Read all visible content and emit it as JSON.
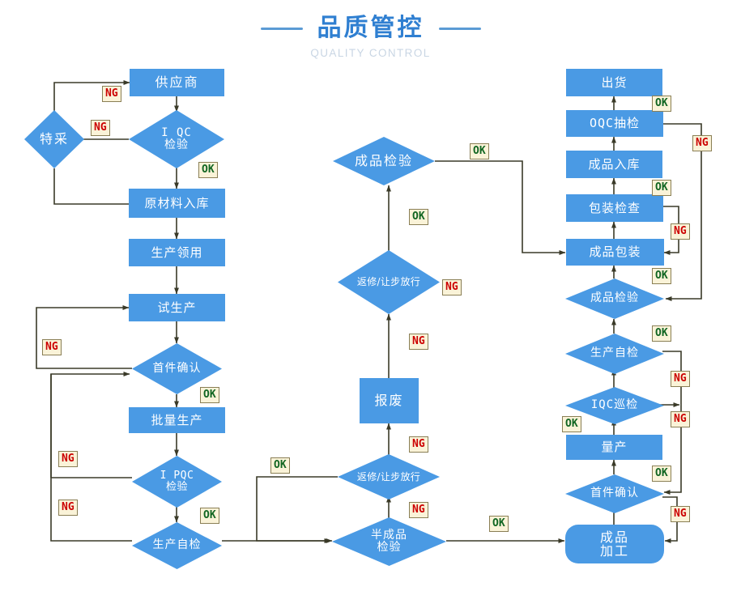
{
  "header": {
    "title_cn": "品质管控",
    "title_en": "QUALITY CONTROL"
  },
  "palette": {
    "node_fill": "#4a9ae4",
    "node_text": "#ffffff",
    "line": "#3a3a28",
    "title_blue": "#2f7fd1",
    "tag_bg": "#faf3d8",
    "tag_ng_text": "#cc0000",
    "tag_ok_text": "#116622"
  },
  "labels": {
    "ok": "OK",
    "ng": "NG"
  },
  "columns": {
    "incoming": {
      "name": "来料与试产",
      "nodes": [
        {
          "id": "supplier",
          "label": "供应商",
          "shape": "rect"
        },
        {
          "id": "te-cai",
          "label": "特采",
          "shape": "diamond"
        },
        {
          "id": "iqc-check",
          "label": "I QC\n检验",
          "shape": "diamond"
        },
        {
          "id": "material-in",
          "label": "原材料入库",
          "shape": "rect"
        },
        {
          "id": "prod-issue",
          "label": "生产领用",
          "shape": "rect"
        },
        {
          "id": "trial-prod",
          "label": "试生产",
          "shape": "rect"
        },
        {
          "id": "first-article",
          "label": "首件确认",
          "shape": "diamond"
        },
        {
          "id": "mass-prod",
          "label": "批量生产",
          "shape": "rect"
        },
        {
          "id": "ipqc-check",
          "label": "I PQC\n检验",
          "shape": "diamond"
        },
        {
          "id": "self-check",
          "label": "生产自检",
          "shape": "diamond"
        }
      ]
    },
    "middle": {
      "name": "检验与返修",
      "nodes": [
        {
          "id": "fg-inspect-mid",
          "label": "成品检验",
          "shape": "diamond"
        },
        {
          "id": "rework-upper",
          "label": "返修/让步放行",
          "shape": "diamond"
        },
        {
          "id": "scrap",
          "label": "报废",
          "shape": "rect"
        },
        {
          "id": "rework-lower",
          "label": "返修/让步放行",
          "shape": "diamond"
        },
        {
          "id": "semi-inspect",
          "label": "半成品\n检验",
          "shape": "diamond"
        }
      ]
    },
    "outgoing": {
      "name": "成品加工与出货",
      "nodes": [
        {
          "id": "ship",
          "label": "出货",
          "shape": "rect"
        },
        {
          "id": "oqc-sample",
          "label": "OQC抽检",
          "shape": "rect"
        },
        {
          "id": "fg-warehouse",
          "label": "成品入库",
          "shape": "rect"
        },
        {
          "id": "pack-inspect",
          "label": "包装检查",
          "shape": "rect"
        },
        {
          "id": "fg-packing",
          "label": "成品包装",
          "shape": "rect"
        },
        {
          "id": "fg-inspect-r",
          "label": "成品检验",
          "shape": "diamond"
        },
        {
          "id": "self-check-r",
          "label": "生产自检",
          "shape": "diamond"
        },
        {
          "id": "iqc-patrol",
          "label": "IQC巡检",
          "shape": "diamond"
        },
        {
          "id": "volume-prod",
          "label": "量产",
          "shape": "rect"
        },
        {
          "id": "first-article-r",
          "label": "首件确认",
          "shape": "diamond"
        },
        {
          "id": "fg-machining",
          "label": "成品\n加工",
          "shape": "rounded"
        }
      ]
    }
  },
  "edge_tags": [
    {
      "id": "tag-supplier-ng",
      "text": "NG"
    },
    {
      "id": "tag-tecai-ng",
      "text": "NG"
    },
    {
      "id": "tag-iqc-ok",
      "text": "OK"
    },
    {
      "id": "tag-trial-ng",
      "text": "NG"
    },
    {
      "id": "tag-firstart-ok",
      "text": "OK"
    },
    {
      "id": "tag-ipqc-ng",
      "text": "NG"
    },
    {
      "id": "tag-ipqc-ok",
      "text": "OK"
    },
    {
      "id": "tag-selfcheck-ng",
      "text": "NG"
    },
    {
      "id": "tag-selfcheck-ok",
      "text": "OK"
    },
    {
      "id": "tag-fginspect-mid-ok",
      "text": "OK"
    },
    {
      "id": "tag-rework-up-ok",
      "text": "OK"
    },
    {
      "id": "tag-rework-up-ng",
      "text": "NG"
    },
    {
      "id": "tag-semi-up-ng",
      "text": "NG"
    },
    {
      "id": "tag-rework-low-ng",
      "text": "NG"
    },
    {
      "id": "tag-semi-ng",
      "text": "NG"
    },
    {
      "id": "tag-semi-ok",
      "text": "OK"
    },
    {
      "id": "tag-oqc-ok",
      "text": "OK"
    },
    {
      "id": "tag-oqc-ng",
      "text": "NG"
    },
    {
      "id": "tag-packinspect-ok",
      "text": "OK"
    },
    {
      "id": "tag-packinspect-ng",
      "text": "NG"
    },
    {
      "id": "tag-fginspect-r-ok",
      "text": "OK"
    },
    {
      "id": "tag-selfcheck-r-ok",
      "text": "OK"
    },
    {
      "id": "tag-selfcheck-r-ng",
      "text": "NG"
    },
    {
      "id": "tag-iqcpatrol-ng",
      "text": "NG"
    },
    {
      "id": "tag-iqcpatrol-ok",
      "text": "OK"
    },
    {
      "id": "tag-firstart-r-ok",
      "text": "OK"
    },
    {
      "id": "tag-firstart-r-ng",
      "text": "NG"
    }
  ]
}
